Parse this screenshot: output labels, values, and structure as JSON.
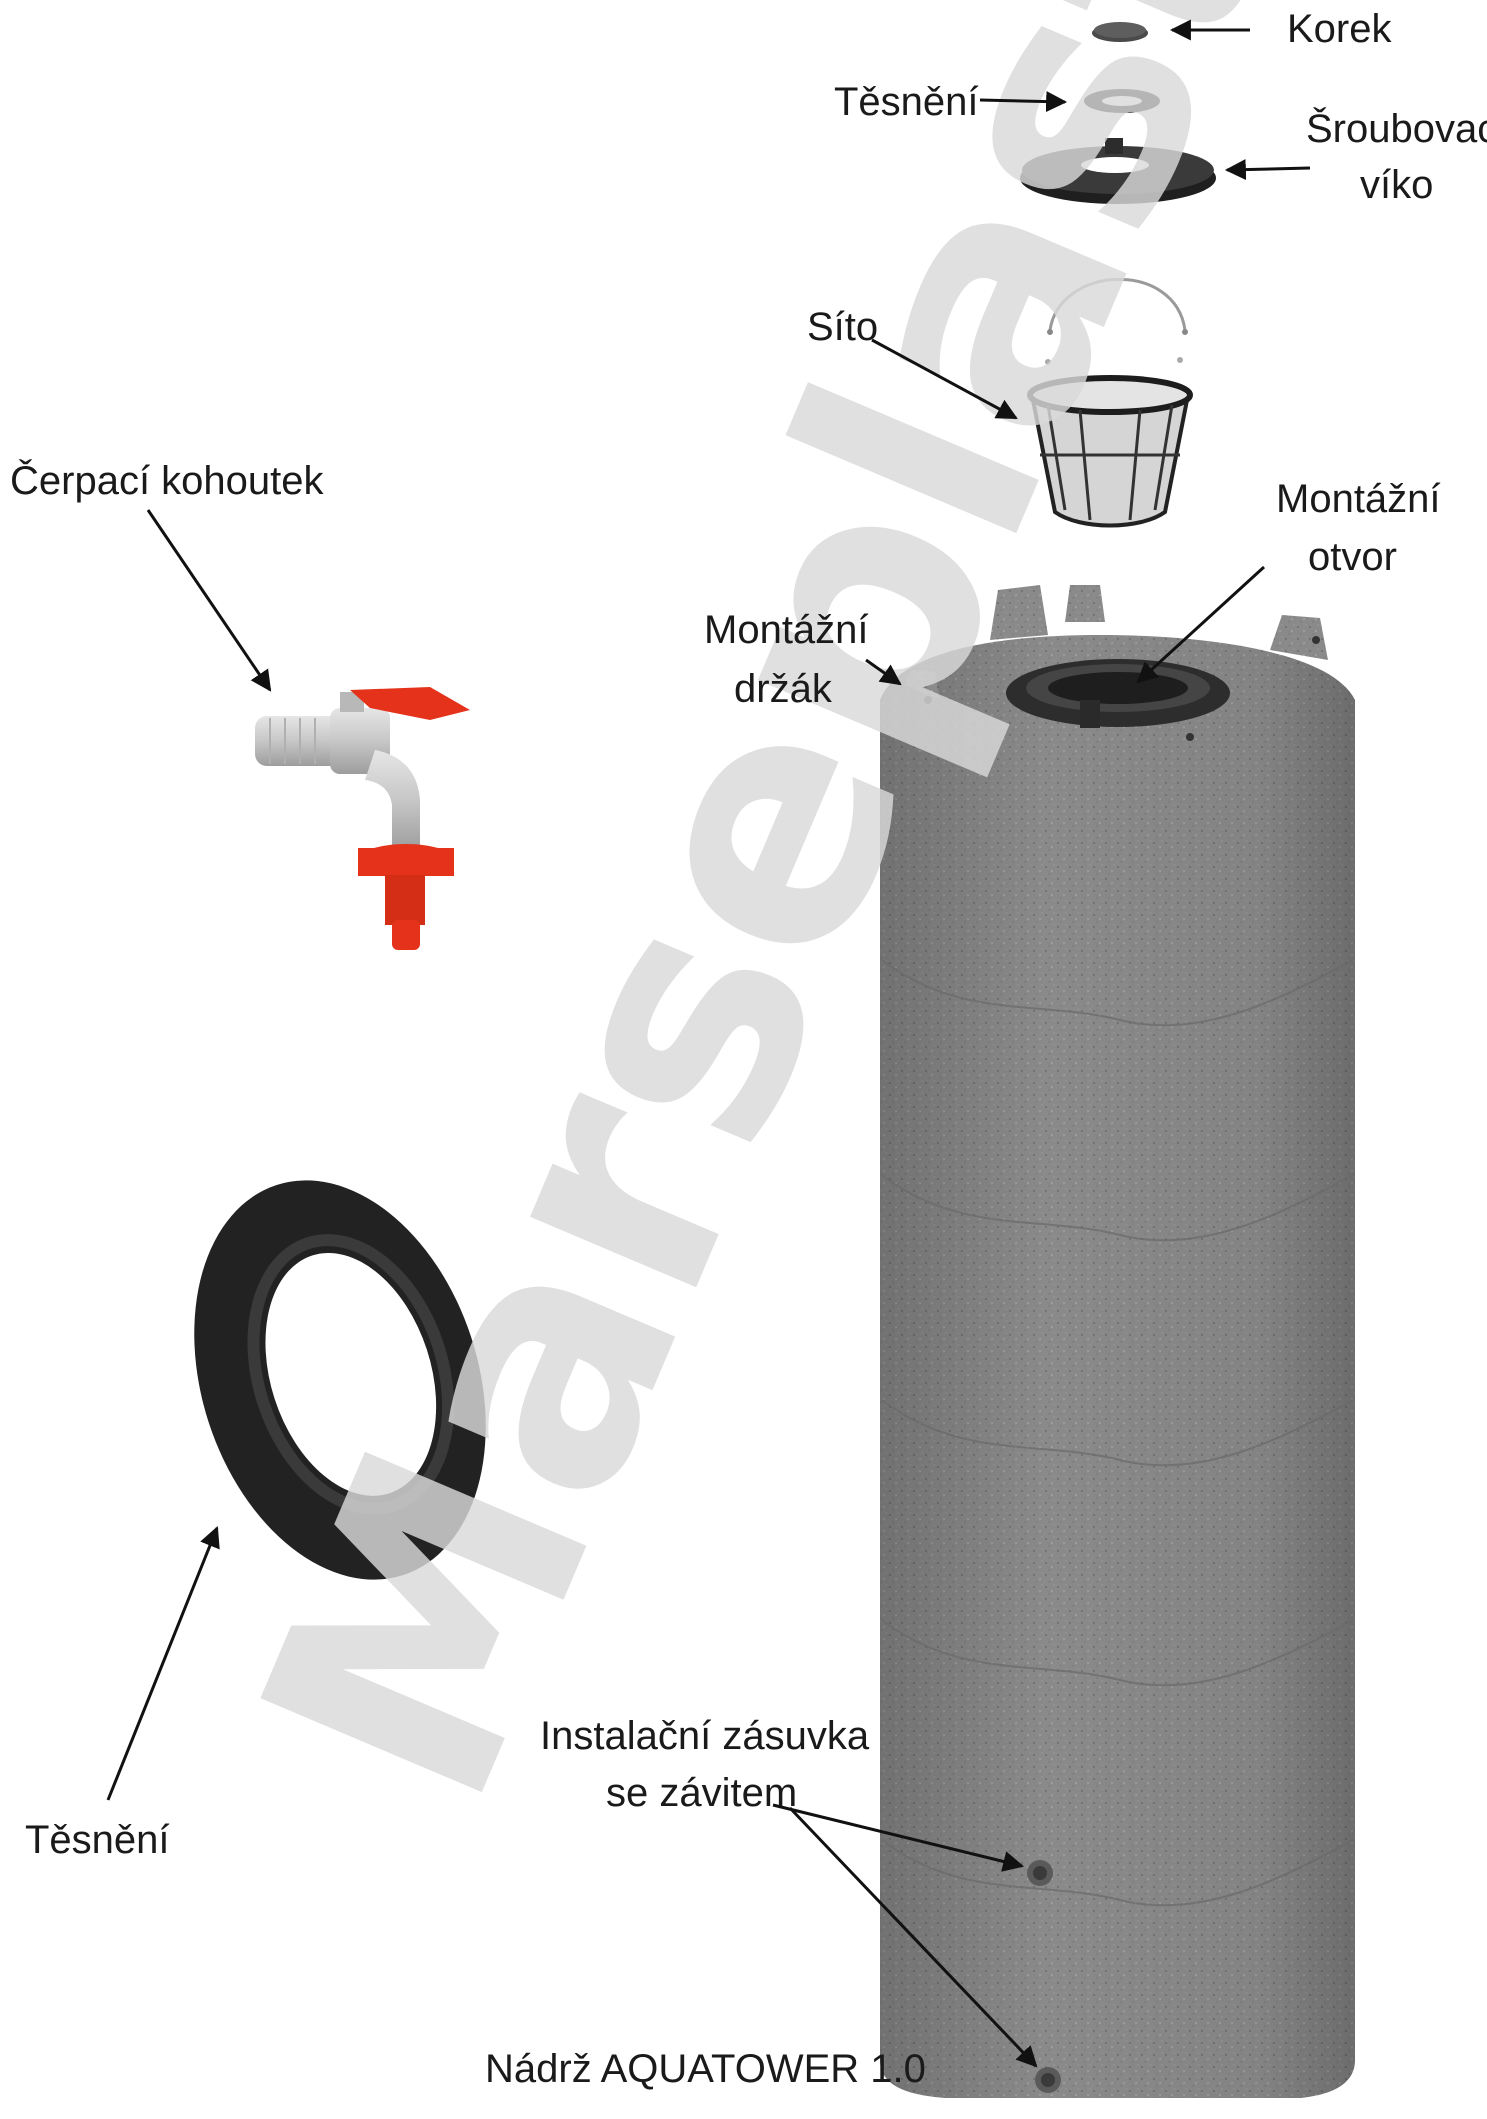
{
  "labels": {
    "korek": "Korek",
    "tesneni_top": "Těsnění",
    "sroubovaci_1": "Šroubovací",
    "sroubovaci_2": "víko",
    "sito": "Síto",
    "montazni_otvor_1": "Montážní",
    "montazni_otvor_2": "otvor",
    "montazni_drzak_1": "Montážní",
    "montazni_drzak_2": "držák",
    "cerpaci_kohoutek": "Čerpací kohoutek",
    "tesneni_bottom": "Těsnění",
    "instalacni_1": "Instalační zásuvka",
    "instalacni_2": "se závitem",
    "nadrz": "Nádrž AQUATOWER 1.0"
  },
  "watermark": "Marseplast",
  "colors": {
    "tank": "#8a8a8a",
    "tank_dark": "#6f6f6f",
    "black_part": "#2b2b2b",
    "valve_red": "#e4321b",
    "valve_grey": "#cfcfcf",
    "watermark": "#d9d9d9"
  }
}
